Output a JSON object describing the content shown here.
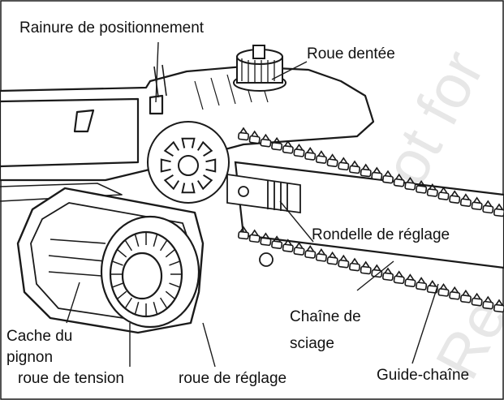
{
  "labels": {
    "positioning_groove": "Rainure de positionnement",
    "sprocket": "Roue dentée",
    "adjusting_washer": "Rondelle de réglage",
    "saw_chain_line1": "Chaîne de",
    "saw_chain_line2": "sciage",
    "sprocket_cover_line1": "Cache du",
    "sprocket_cover_line2": "pignon",
    "tension_wheel": "roue de tension",
    "adjusting_wheel": "roue de réglage",
    "chain_guide": "Guide-chaîne"
  },
  "watermark": {
    "line1": "Not for",
    "line2": "Re"
  },
  "colors": {
    "line": "#1a1a1a",
    "background": "#ffffff",
    "watermark": "#b4b4b4"
  }
}
